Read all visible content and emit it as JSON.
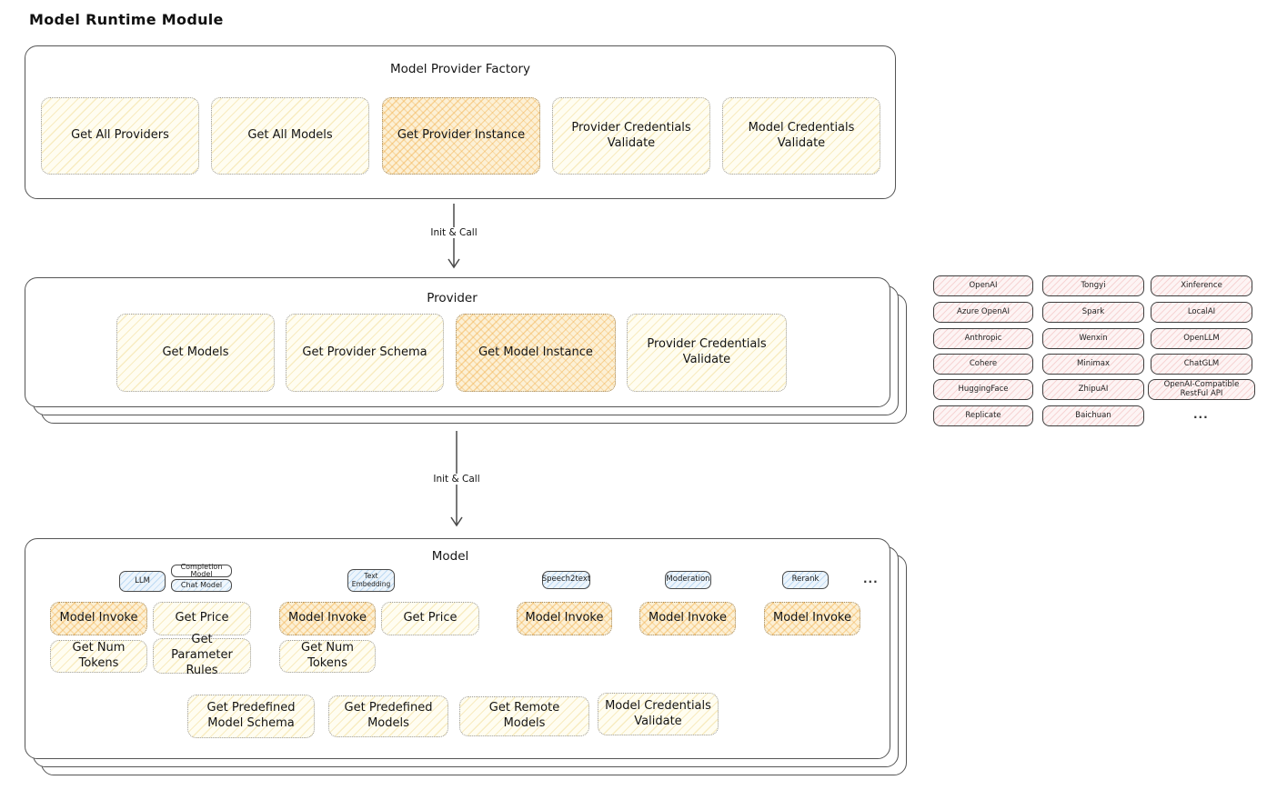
{
  "canvas": {
    "title": "Model Runtime Module"
  },
  "factory": {
    "title": "Model Provider Factory",
    "items": [
      {
        "label": "Get All Providers"
      },
      {
        "label": "Get All Models"
      },
      {
        "label": "Get Provider Instance"
      },
      {
        "label": "Provider Credentials Validate"
      },
      {
        "label": "Model Credentials Validate"
      }
    ]
  },
  "flow": {
    "arrow1_label": "Init & Call",
    "arrow2_label": "Init & Call"
  },
  "provider": {
    "title": "Provider",
    "items": [
      {
        "label": "Get Models"
      },
      {
        "label": "Get Provider Schema"
      },
      {
        "label": "Get Model Instance"
      },
      {
        "label": "Provider Credentials Validate"
      }
    ]
  },
  "provider_vendors": {
    "col1": [
      "OpenAI",
      "Azure OpenAI",
      "Anthropic",
      "Cohere",
      "HuggingFace",
      "Replicate"
    ],
    "col2": [
      "Tongyi",
      "Spark",
      "Wenxin",
      "Minimax",
      "ZhipuAI",
      "Baichuan"
    ],
    "col3": [
      "Xinference",
      "LocalAI",
      "OpenLLM",
      "ChatGLM",
      "OpenAI-Compatible RestFul API"
    ],
    "more": "..."
  },
  "model": {
    "title": "Model",
    "tabs": {
      "llm": "LLM",
      "completion": "Completion Model",
      "chat": "Chat Model",
      "text_embedding": "Text Embedding",
      "speech2text": "Speech2text",
      "moderation": "Moderation",
      "rerank": "Rerank",
      "more": "..."
    },
    "llm_ops": {
      "invoke": "Model Invoke",
      "get_price": "Get Price",
      "get_num_tokens": "Get Num Tokens",
      "get_parameter_rules": "Get Parameter Rules"
    },
    "embedding_ops": {
      "invoke": "Model Invoke",
      "get_price": "Get Price",
      "get_num_tokens": "Get Num Tokens"
    },
    "speech2text_ops": {
      "invoke": "Model Invoke"
    },
    "moderation_ops": {
      "invoke": "Model Invoke"
    },
    "rerank_ops": {
      "invoke": "Model Invoke"
    },
    "common_ops": [
      "Get Predefined Model Schema",
      "Get Predefined Models",
      "Get Remote Models",
      "Model Credentials Validate"
    ]
  },
  "colors": {
    "yellow_fill": "#fffdf1",
    "orange_fill": "#fcf0d5",
    "pink_fill": "#fdf4f4",
    "blue_fill": "#edf5fc",
    "stroke": "#4a4a4a"
  }
}
